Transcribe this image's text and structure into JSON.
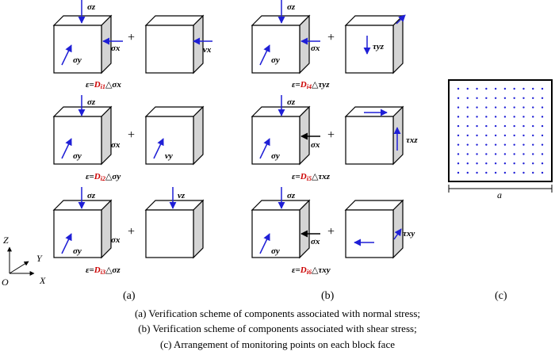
{
  "caption": {
    "line_a": "(a)  Verification scheme of components associated with normal stress;",
    "line_b": "(b) Verification scheme of components associated with shear stress;",
    "line_c": "(c) Arrangement of monitoring points on each block face"
  },
  "panel_labels": {
    "a": "(a)",
    "b": "(b)",
    "c": "(c)"
  },
  "plus": "+",
  "axes": {
    "z": "Z",
    "y": "Y",
    "x": "X",
    "origin": "O"
  },
  "dimension_label": "a",
  "stress_labels": {
    "sigma_z": "σz",
    "sigma_x": "σx",
    "sigma_y": "σy",
    "v_x": "vx",
    "v_y": "vy",
    "v_z": "vz",
    "tau_yz": "τyz",
    "tau_xz": "τxz",
    "tau_xy": "τxy"
  },
  "equations": [
    {
      "prefix": "ε=",
      "d": "D",
      "d_sub": "i1",
      "suffix": "△σx"
    },
    {
      "prefix": "ε=",
      "d": "D",
      "d_sub": "i2",
      "suffix": "△σy"
    },
    {
      "prefix": "ε=",
      "d": "D",
      "d_sub": "i3",
      "suffix": "△σz"
    },
    {
      "prefix": "ε=",
      "d": "D",
      "d_sub": "i4",
      "suffix": "△τyz"
    },
    {
      "prefix": "ε=",
      "d": "D",
      "d_sub": "i5",
      "suffix": "△τxz"
    },
    {
      "prefix": "ε=",
      "d": "D",
      "d_sub": "i6",
      "suffix": "△τxy"
    }
  ],
  "monitoring_grid": {
    "rows": 10,
    "cols": 10
  },
  "colors": {
    "arrow_blue": "#1f1fd6",
    "equation_red": "#cc0000",
    "side_face": "#d4d4d4"
  }
}
